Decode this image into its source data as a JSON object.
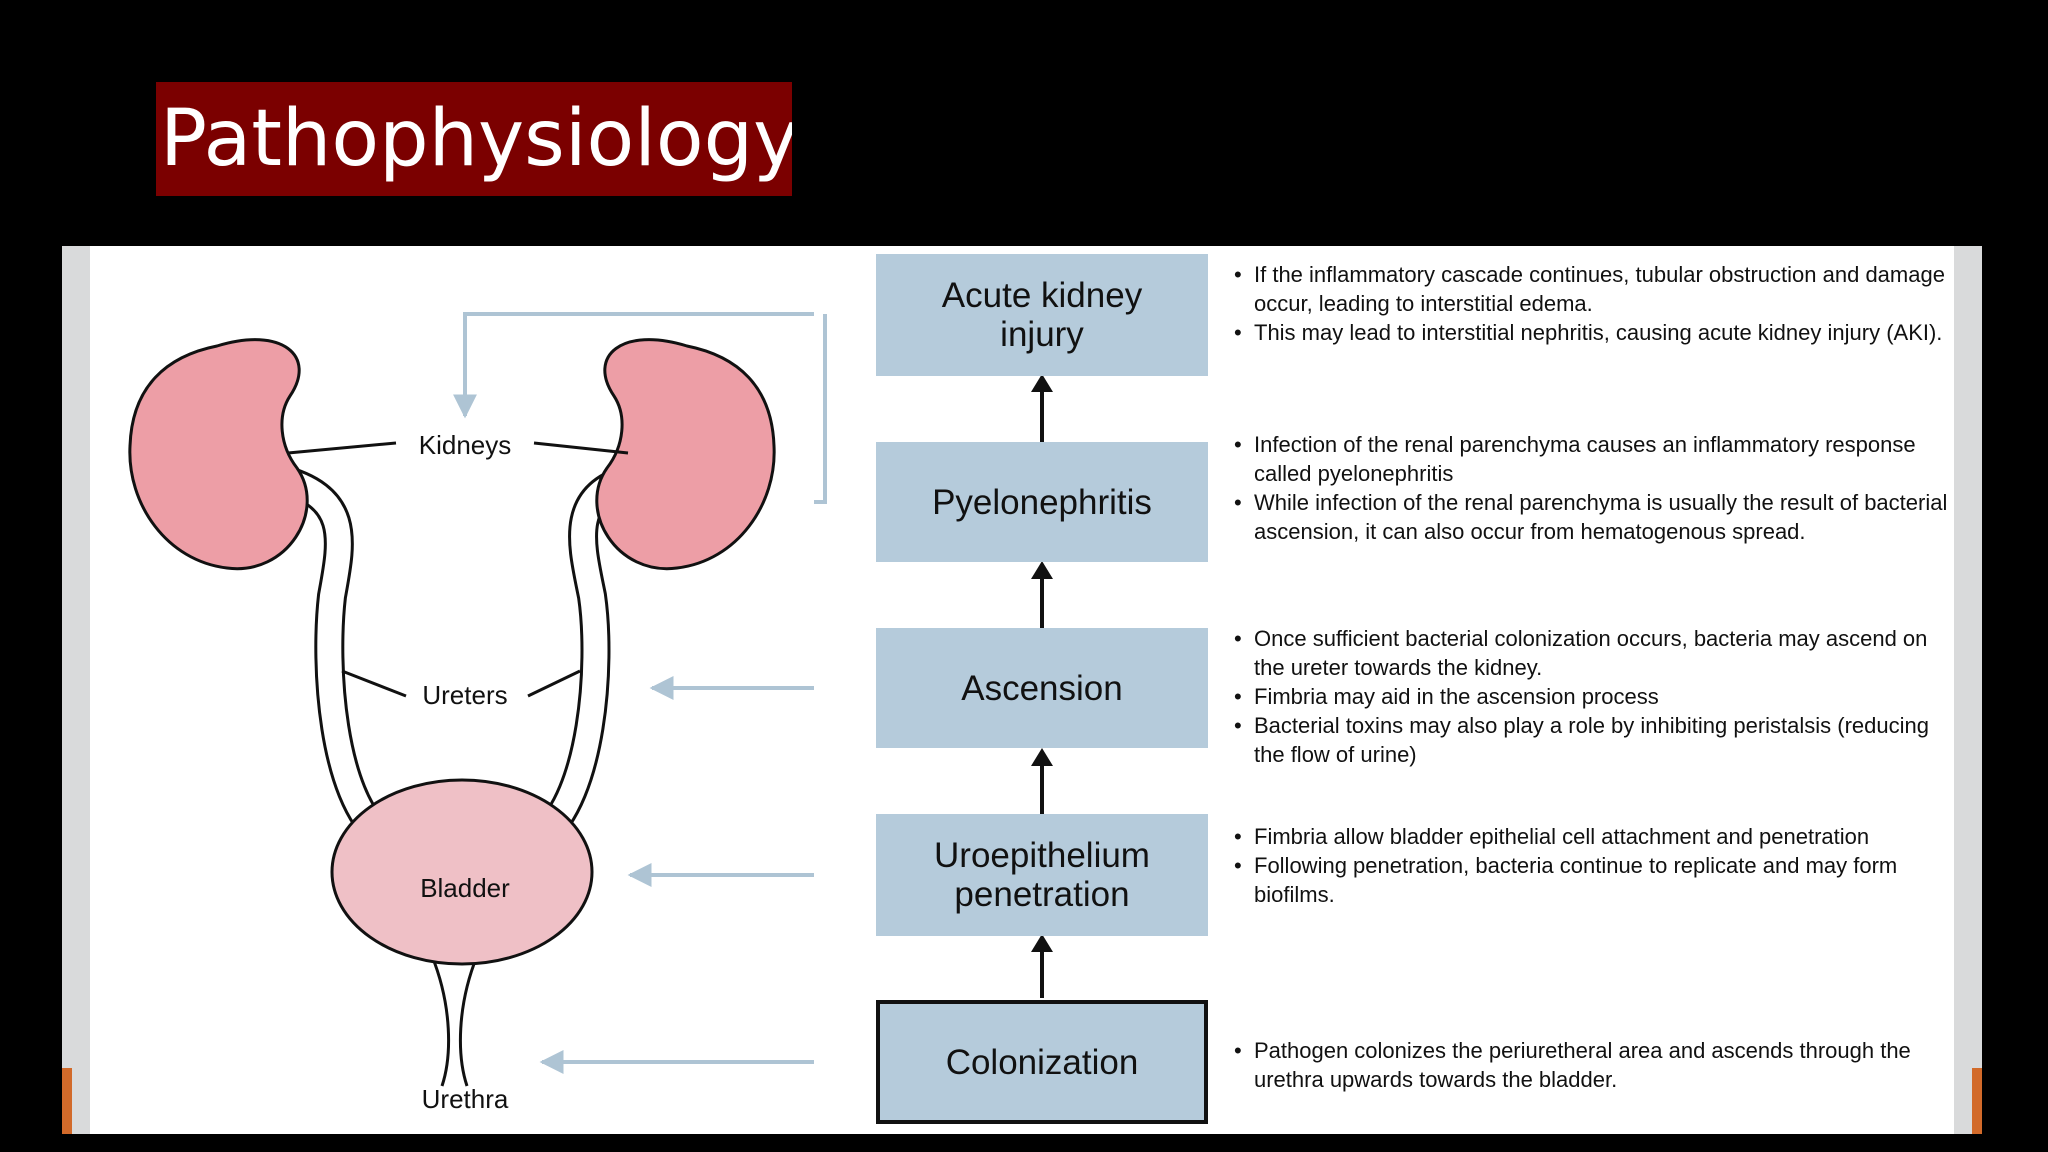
{
  "slide": {
    "title": "Pathophysiology"
  },
  "anatomy": {
    "kidneys": "Kidneys",
    "ureters": "Ureters",
    "bladder": "Bladder",
    "urethra": "Urethra"
  },
  "stages": [
    {
      "label": "Acute kidney\ninjury",
      "bullets": [
        "If the inflammatory cascade continues, tubular obstruction and damage occur, leading to interstitial edema.",
        "This may lead to interstitial nephritis, causing acute kidney injury (AKI)."
      ]
    },
    {
      "label": "Pyelonephritis",
      "bullets": [
        "Infection of the renal parenchyma causes an inflammatory response called pyelonephritis",
        "While infection of the renal parenchyma is usually the result of bacterial ascension, it can also occur from hematogenous spread."
      ]
    },
    {
      "label": "Ascension",
      "bullets": [
        "Once sufficient bacterial colonization occurs, bacteria may ascend on the ureter towards the kidney.",
        "Fimbria may aid in the ascension process",
        "Bacterial toxins may also play a role by inhibiting peristalsis (reducing the flow of urine)"
      ]
    },
    {
      "label": "Uroepithelium\npenetration",
      "bullets": [
        "Fimbria allow bladder epithelial cell attachment and penetration",
        "Following penetration, bacteria continue to replicate and may form biofilms."
      ]
    },
    {
      "label": "Colonization",
      "bullets": [
        "Pathogen colonizes the periuretheral area and ascends through the urethra upwards towards the bladder."
      ]
    }
  ],
  "colors": {
    "title_background": "#7b0000",
    "stage_box": "#b5cbdb",
    "kidney_fill": "#ed9ea6",
    "bladder_fill": "#efc0c6",
    "connector_arrow": "#aec4d4"
  }
}
